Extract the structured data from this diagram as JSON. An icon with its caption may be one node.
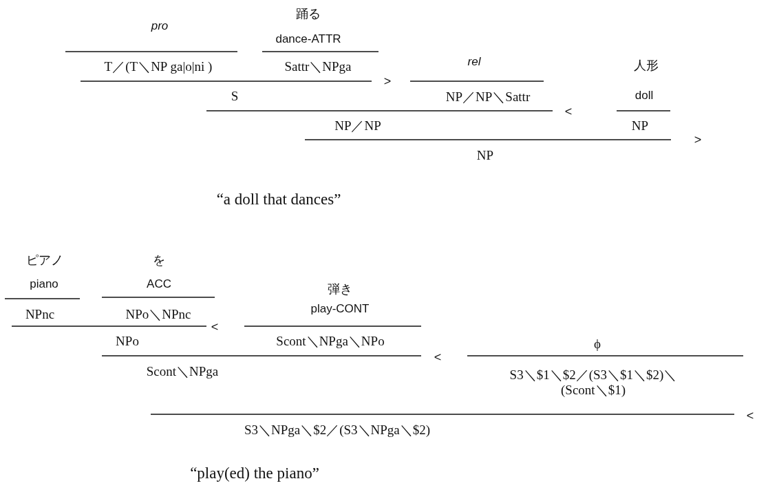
{
  "diagram": {
    "labels": [
      "踊る",
      "pro",
      "dance-ATTR",
      "T／(T＼NP ga|o|ni )",
      "Sattr＼NPga",
      ">",
      "rel",
      "人形",
      "S",
      "NP／NP＼Sattr",
      "doll",
      "<",
      "NP／NP",
      "NP",
      ">",
      "NP",
      "“a doll that dances”",
      "ピアノ",
      "を",
      "piano",
      "ACC",
      "弾き",
      "NPnc",
      "NPo＼NPnc",
      "play-CONT",
      "<",
      "NPo",
      "Scont＼NPga＼NPo",
      "ϕ",
      "Scont＼NPga",
      "<",
      "S3＼$1＼$2／(S3＼$1＼$2)＼ (Scont＼$1)",
      "<",
      "S3＼NPga＼$2／(S3＼NPga＼$2)",
      "“play(ed) the piano”"
    ]
  }
}
